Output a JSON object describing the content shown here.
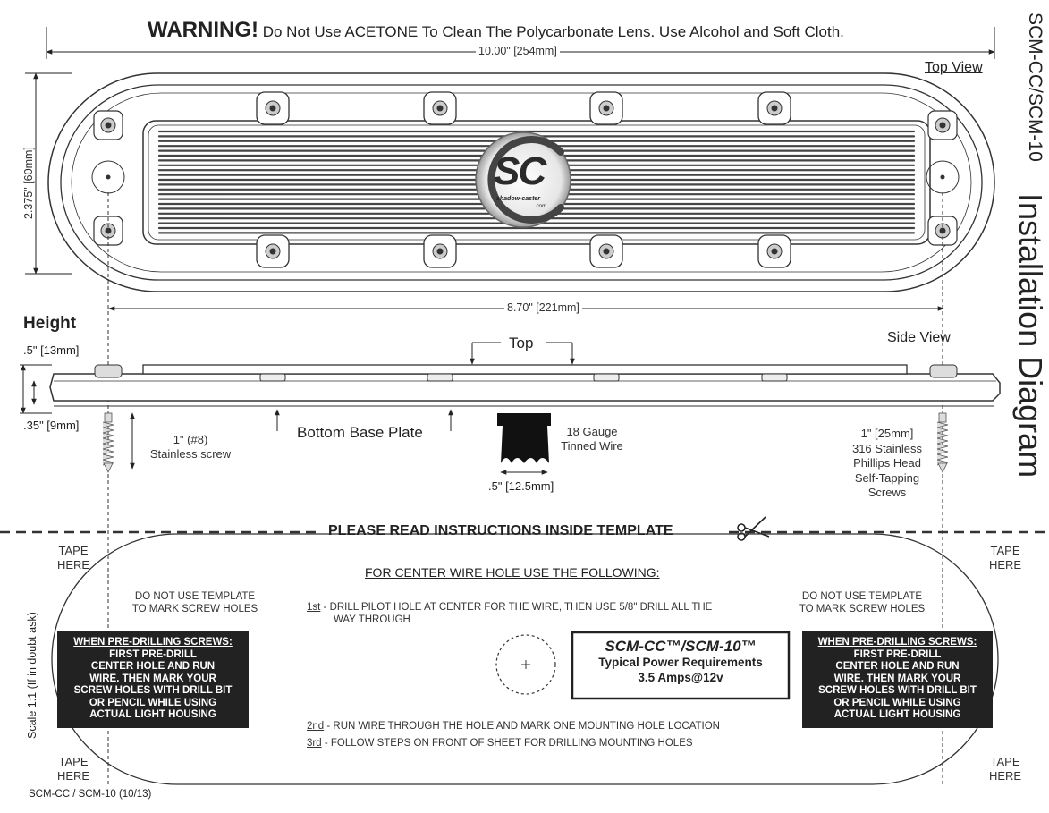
{
  "warning": {
    "label": "WARNING!",
    "pre": "Do Not Use",
    "keyword": "ACETONE",
    "post": "To Clean The Polycarbonate Lens. Use Alcohol and Soft Cloth."
  },
  "title": {
    "model": "SCM-CC/SCM-10",
    "name": "Installation Diagram"
  },
  "top_view": {
    "label": "Top View",
    "width_dim": "10.00\" [254mm]",
    "height_dim": "2.375\" [60mm]",
    "hole_dim": "8.70\" [221mm]",
    "logo_text": "SC",
    "logo_sub": "shadow-caster",
    "logo_sub2": ".com"
  },
  "side_view": {
    "label": "Side View",
    "height_heading": "Height",
    "top_dim": ".5\" [13mm]",
    "bottom_dim": ".35\" [9mm]",
    "top_label": "Top",
    "base_label": "Bottom Base Plate",
    "screw_left": [
      "1\" (#8)",
      "Stainless screw"
    ],
    "wire_label": [
      "18 Gauge",
      "Tinned Wire"
    ],
    "wire_dim": ".5\" [12.5mm]",
    "screw_right": [
      "1\" [25mm]",
      "316 Stainless",
      "Phillips Head",
      "Self-Tapping",
      "Screws"
    ]
  },
  "template": {
    "header": "PLEASE READ INSTRUCTIONS INSIDE TEMPLATE",
    "tape": [
      "TAPE",
      "HERE"
    ],
    "scale": "Scale 1:1 (If in doubt ask)",
    "center_heading": "FOR CENTER WIRE HOLE USE THE FOLLOWING:",
    "no_template": [
      "DO NOT USE TEMPLATE",
      "TO MARK SCREW HOLES"
    ],
    "predrill": {
      "heading": "WHEN PRE-DRILLING SCREWS:",
      "lines": [
        "FIRST PRE-DRILL",
        "CENTER HOLE AND RUN",
        "WIRE. THEN MARK YOUR",
        "SCREW HOLES WITH DRILL BIT",
        "OR PENCIL WHILE USING",
        "ACTUAL LIGHT HOUSING"
      ]
    },
    "steps": [
      {
        "num": "1st",
        "text": "-  DRILL PILOT HOLE AT CENTER FOR THE WIRE, THEN USE 5/8\" DRILL ALL THE",
        "text2": "WAY THROUGH"
      },
      {
        "num": "2nd",
        "text": "- RUN WIRE THROUGH THE HOLE AND MARK ONE MOUNTING HOLE LOCATION"
      },
      {
        "num": "3rd",
        "text": "-  FOLLOW STEPS ON FRONT OF SHEET FOR DRILLING MOUNTING HOLES"
      }
    ],
    "power": {
      "model": "SCM-CC™/SCM-10™",
      "line1": "Typical Power Requirements",
      "line2": "3.5 Amps@12v"
    }
  },
  "footer": "SCM-CC / SCM-10 (10/13)"
}
